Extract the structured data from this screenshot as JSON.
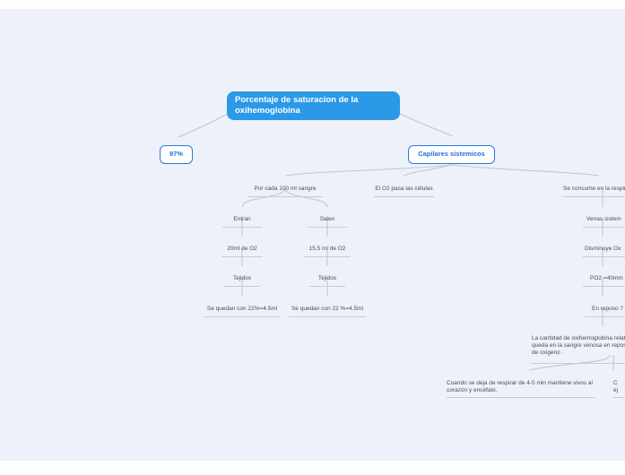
{
  "colors": {
    "canvas_background": "#eef1f9",
    "root_fill": "#2b99e7",
    "child_border": "#2478e4",
    "child_text": "#1f6fd9",
    "connector": "#c0c5d0",
    "leaf_text": "#454e5c",
    "leaf_underline": "#c6cbd5"
  },
  "root": {
    "label": "Porcentaje de saturacion de la oxihemoglobina"
  },
  "children": {
    "percent": {
      "label": "97%"
    },
    "capilares": {
      "label": "Capilares sistemicos"
    }
  },
  "sangre": {
    "label": "Por cada 100 ml sangre"
  },
  "entran": {
    "label": "Entran",
    "amount": "20ml de O2",
    "tejidos": "Tejidos",
    "result": "Se quedan con 22%=4.5ml"
  },
  "salen": {
    "label": "Salen",
    "amount": "15.5 ml de O2",
    "tejidos": "Tejidos",
    "result": "Se quedan con 22 %=4.5ml"
  },
  "celulas": {
    "label": "El O2 pasa las células"
  },
  "respir": {
    "label": "Se consume en la respir",
    "venas": "Venas sistem",
    "disminuye": "Disminuye Ox",
    "po2": "PO2 =40mm",
    "reposo": "En reposo 7"
  },
  "cantidad": {
    "line1": "La cantidad de oxihemoglobina relat",
    "line2": "queda en la sangre venosa en repos",
    "line3": "de oxigeno ."
  },
  "cuando": {
    "line1": "Cuando se deja de respirar de 4-5 min mantiene vivos al",
    "line2": "corazón  y encéfalo."
  },
  "cut_node": {
    "line1": "C",
    "line2": "ej"
  }
}
